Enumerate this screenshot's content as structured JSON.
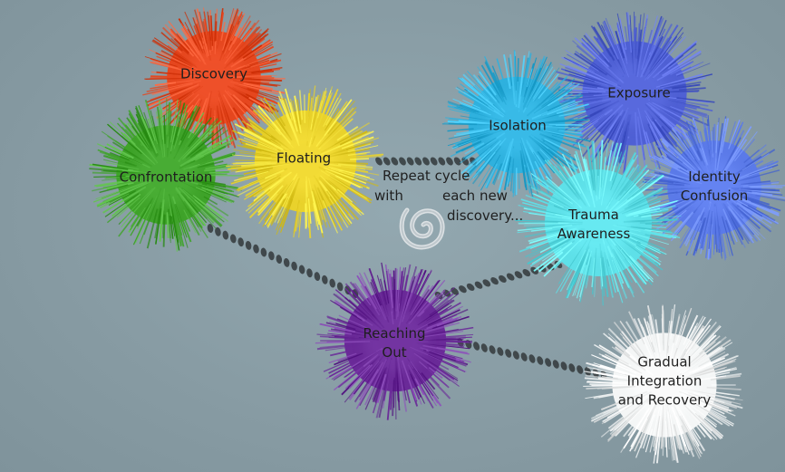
{
  "nodes": [
    {
      "id": "discovery",
      "label": "Discovery",
      "color": "#e5471f"
    },
    {
      "id": "confrontation",
      "label": "Confrontation",
      "color": "#3fa32a"
    },
    {
      "id": "floating",
      "label": "Floating",
      "color": "#e9d22c"
    },
    {
      "id": "isolation",
      "label": "Isolation",
      "color": "#2fb1de"
    },
    {
      "id": "exposure",
      "label": "Exposure",
      "color": "#4f60d4"
    },
    {
      "id": "identity_confusion",
      "label": "Identity\nConfusion",
      "color": "#5b7ae8"
    },
    {
      "id": "trauma_awareness",
      "label": "Trauma\nAwareness",
      "color": "#5ee0e8"
    },
    {
      "id": "reaching_out",
      "label": "Reaching\nOut",
      "color": "#6a2a98"
    },
    {
      "id": "gradual_integration",
      "label": "Gradual Integration\nand Recovery",
      "color": "#f4f6f6"
    }
  ],
  "cycle_note": {
    "line1": "Repeat cycle",
    "line2a": "with",
    "line2b": "each new",
    "line3": "discovery..."
  },
  "spiral_icon": "spiral-icon",
  "background_color": "#8a9ea6",
  "connector_color": "#33383b"
}
